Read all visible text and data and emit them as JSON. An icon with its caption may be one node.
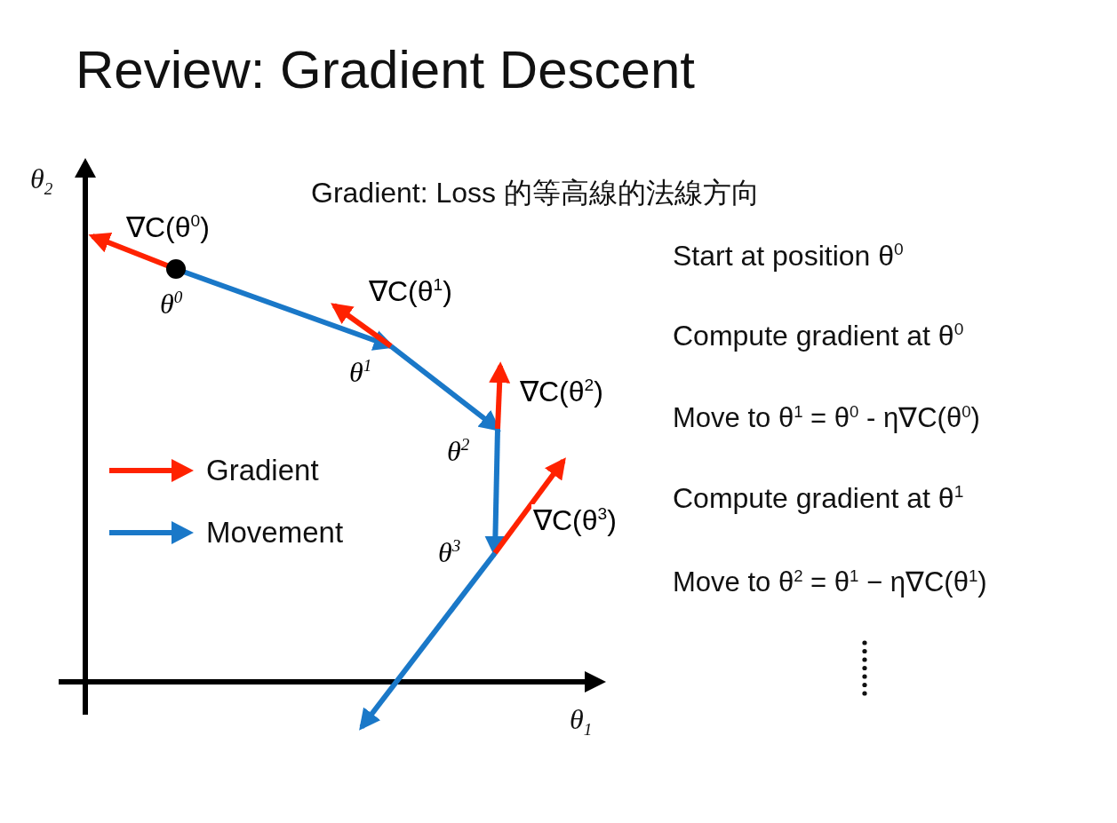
{
  "diagram": {
    "title": "Review: Gradient Descent",
    "nodes": [
      {
        "text": [
          "θ$^{0}$"
        ]
      },
      {
        "text": [
          "θ$^{1}$"
        ]
      },
      {
        "text": [
          "θ$^{2}$"
        ]
      },
      {
        "text": [
          "θ$^{3}$"
        ]
      }
    ],
    "edges": [
      {
        "from": 0,
        "to": null,
        "arrow": "to",
        "color": "#ff2200",
        "label": "∇C(θ$^{0}$)"
      },
      {
        "from": 0,
        "to": 1,
        "arrow": "to",
        "color": "#1a78c8"
      },
      {
        "from": 1,
        "to": null,
        "arrow": "to",
        "color": "#ff2200",
        "label": "∇C(θ$^{1}$)"
      },
      {
        "from": 1,
        "to": 2,
        "arrow": "to",
        "color": "#1a78c8"
      },
      {
        "from": 2,
        "to": null,
        "arrow": "to",
        "color": "#ff2200",
        "label": "∇C(θ$^{2}$)"
      },
      {
        "from": 2,
        "to": 3,
        "arrow": "to",
        "color": "#1a78c8"
      },
      {
        "from": 3,
        "to": null,
        "arrow": "to",
        "color": "#ff2200",
        "label": "∇C(θ$^{3}$)"
      },
      {
        "from": 3,
        "to": null,
        "arrow": "to",
        "color": "#1a78c8"
      }
    ],
    "labels": [
      "θ$_{2}$",
      "Gradient: Loss 的等高線的法線方向",
      "Start at position θ$^{0}$",
      "Compute gradient at θ$^{0}$",
      "Move to θ$^{1}$ = θ$^{0}$ - η∇C(θ$^{0}$)",
      "Compute gradient at θ$^{1}$",
      "Move to θ$^{2}$ = θ$^{1}$ − η∇C(θ$^{1}$)",
      "θ$_{1}$"
    ],
    "legend": [
      {
        "text": "Gradient"
      },
      {
        "text": "Movement"
      }
    ]
  }
}
